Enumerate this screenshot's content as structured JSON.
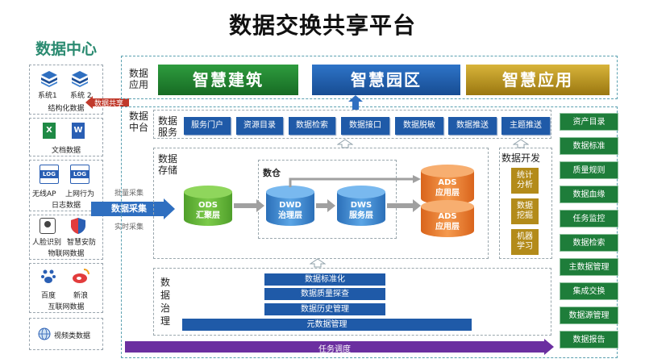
{
  "title": "数据交换共享平台",
  "sidebar": {
    "title": "数据中心",
    "struct": {
      "items": [
        "系统1",
        "系统 2"
      ],
      "caption": "结构化数据"
    },
    "docs": {
      "caption": "文档数据"
    },
    "logs": {
      "badge": "LOG",
      "items": [
        "无线AP",
        "上网行为"
      ],
      "caption": "日志数据"
    },
    "iot": {
      "items": [
        "人脸识别",
        "智慧安防"
      ],
      "caption": "物联网数据"
    },
    "internet": {
      "items": [
        "百度",
        "新浪"
      ],
      "caption": "互联网数据"
    },
    "video": {
      "caption": "视频类数据"
    }
  },
  "arrows": {
    "share": "数据共享",
    "batch": "批量采集",
    "collect": "数据采集",
    "realtime": "实时采集",
    "schedule": "任务调度"
  },
  "app_layer": {
    "label": [
      "数据",
      "应用"
    ],
    "banners": [
      "智慧建筑",
      "智慧园区",
      "智慧应用"
    ]
  },
  "middle": {
    "label": [
      "数据",
      "中台"
    ],
    "service_label": [
      "数据",
      "服务"
    ],
    "services": [
      "服务门户",
      "资源目录",
      "数据检索",
      "数据接口",
      "数据脱敏",
      "数据推送",
      "主题推送"
    ]
  },
  "storage": {
    "label": [
      "数据",
      "存储"
    ],
    "warehouse": "数仓",
    "ods": [
      "ODS",
      "汇聚层"
    ],
    "dwd": [
      "DWD",
      "治理层"
    ],
    "dws": [
      "DWS",
      "服务层"
    ],
    "ads": [
      [
        "ADS",
        "应用层"
      ],
      [
        "ADS",
        "应用层"
      ]
    ]
  },
  "develop": {
    "title": "数据开发",
    "items": [
      [
        "统计",
        "分析"
      ],
      [
        "数据",
        "挖掘"
      ],
      [
        "机器",
        "学习"
      ]
    ]
  },
  "governance": {
    "label": [
      "数",
      "据",
      "治",
      "理"
    ],
    "items": [
      "数据标准化",
      "数据质量探查",
      "数据历史管理",
      "元数据管理"
    ]
  },
  "right_panel": [
    "资产目录",
    "数据标准",
    "质量规则",
    "数据血缘",
    "任务监控",
    "数据检索",
    "主数据管理",
    "集成交换",
    "数据源管理",
    "数据报告"
  ],
  "colors": {
    "green_banner": "#1f7a2e",
    "blue_banner": "#1f5aa8",
    "gold_banner": "#b8941c",
    "service_blue": "#1f5aa8",
    "right_green": "#1e7d3a",
    "ods_green": "#66b93a",
    "cyl_blue": "#3f8fd6",
    "ads_orange": "#ef7d2b",
    "schedule_purple": "#6b2fa0"
  }
}
